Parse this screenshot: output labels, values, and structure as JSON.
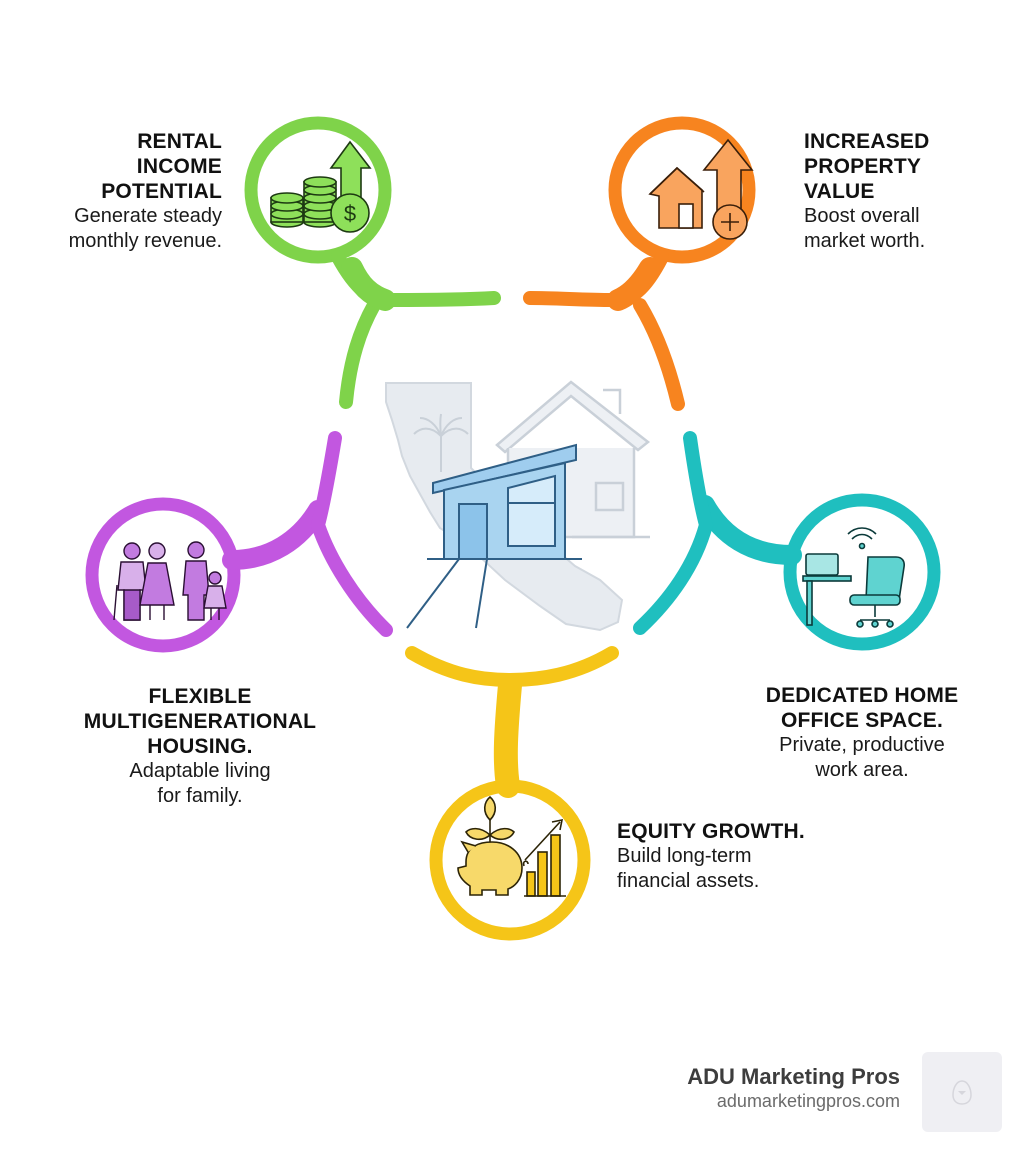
{
  "diagram": {
    "type": "hub-and-spoke infographic",
    "center": {
      "icon": "adu-backyard-cottage-over-california-map-icon",
      "colors": {
        "adu_fill": "#a9d4f0",
        "adu_stroke": "#2f5f86",
        "background_shapes": "#e6eaf0",
        "background_stroke": "#c9d0d8"
      }
    },
    "benefits": [
      {
        "id": "rental-income",
        "title_lines": [
          "RENTAL",
          "INCOME",
          "POTENTIAL"
        ],
        "desc_lines": [
          "Generate steady",
          "monthly revenue."
        ],
        "icon": "coin-stacks-dollar-arrow-up-icon",
        "color": "#7fd34a",
        "icon_fill": "#8ee05a"
      },
      {
        "id": "property-value",
        "title_lines": [
          "INCREASED",
          "PROPERTY",
          "VALUE"
        ],
        "desc_lines": [
          "Boost overall",
          "market worth."
        ],
        "icon": "house-arrow-up-plus-icon",
        "color": "#f7841f",
        "icon_fill": "#f9a45e"
      },
      {
        "id": "multigenerational",
        "title_lines": [
          "FLEXIBLE",
          "MULTIGENERATIONAL",
          "HOUSING."
        ],
        "desc_lines": [
          "Adaptable living",
          "for family."
        ],
        "icon": "family-multigenerational-icon",
        "color": "#c257e0",
        "icon_fill": "#d69be8"
      },
      {
        "id": "home-office",
        "title_lines": [
          "DEDICATED HOME",
          "OFFICE SPACE."
        ],
        "desc_lines": [
          "Private, productive",
          "work area."
        ],
        "icon": "desk-laptop-chair-wifi-icon",
        "color": "#1fbfbf",
        "icon_fill": "#5fd3d0"
      },
      {
        "id": "equity-growth",
        "title_lines": [
          "EQUITY GROWTH."
        ],
        "desc_lines": [
          "Build long-term",
          "financial assets."
        ],
        "icon": "piggy-bank-sprout-bar-chart-icon",
        "color": "#f5c518",
        "icon_fill": "#f7d96a"
      }
    ]
  },
  "brand": {
    "name": "ADU Marketing Pros",
    "url": "adumarketingpros.com",
    "logo_icon": "placeholder-logo-icon"
  }
}
